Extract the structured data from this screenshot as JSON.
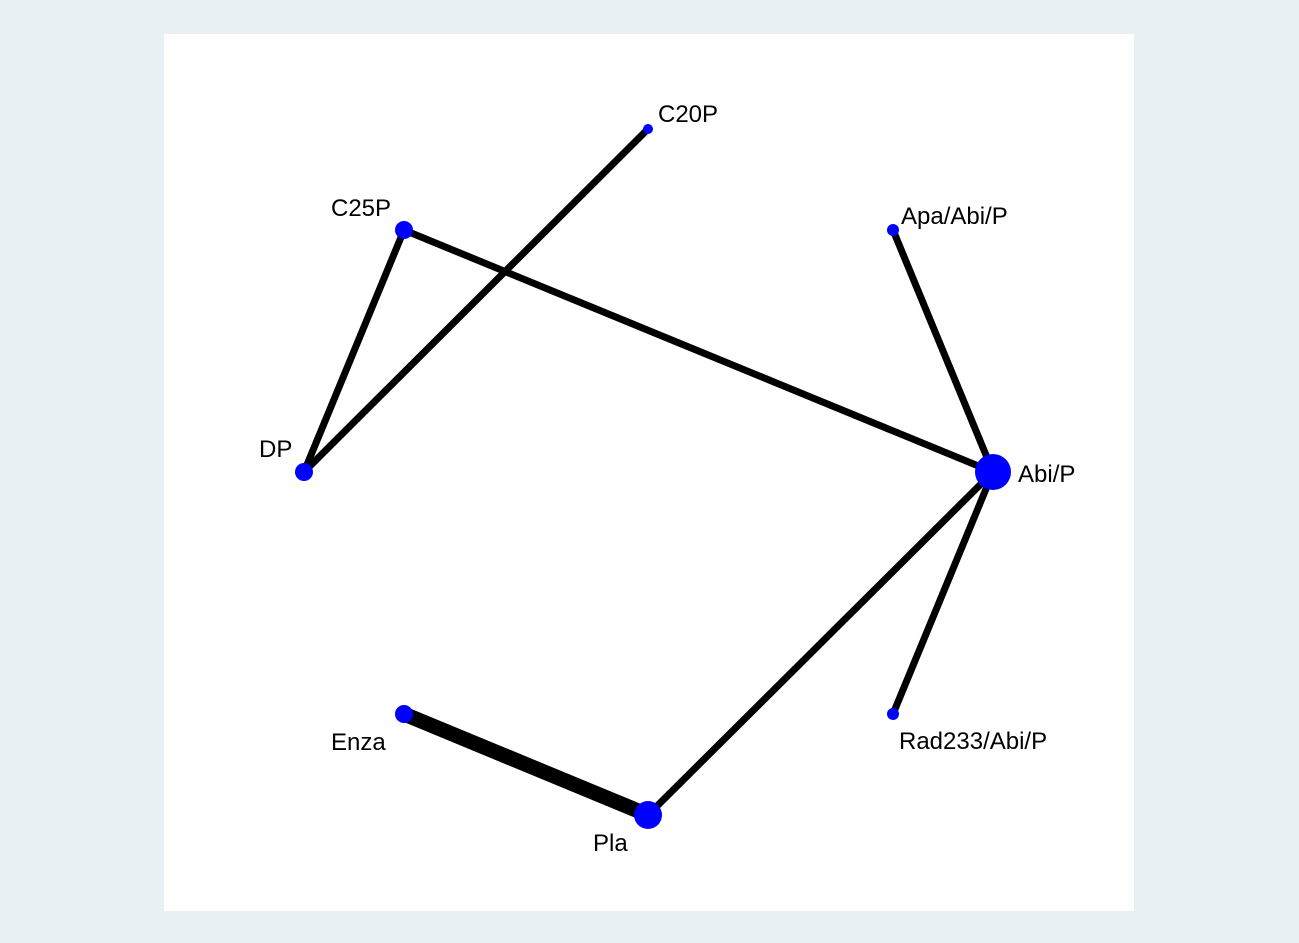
{
  "colors": {
    "background": "#e9f0f3",
    "panel": "#ffffff",
    "edge": "#000000",
    "node": "#0000ff",
    "label": "#000000"
  },
  "nodes": [
    {
      "id": "C20P",
      "label": "C20P"
    },
    {
      "id": "C25P",
      "label": "C25P"
    },
    {
      "id": "ApaAbiP",
      "label": "Apa/Abi/P"
    },
    {
      "id": "DP",
      "label": "DP"
    },
    {
      "id": "AbiP",
      "label": "Abi/P"
    },
    {
      "id": "Rad233AbiP",
      "label": "Rad233/Abi/P"
    },
    {
      "id": "Enza",
      "label": "Enza"
    },
    {
      "id": "Pla",
      "label": "Pla"
    }
  ],
  "edges": [
    {
      "source": "C20P",
      "target": "DP"
    },
    {
      "source": "C25P",
      "target": "DP"
    },
    {
      "source": "C25P",
      "target": "AbiP"
    },
    {
      "source": "ApaAbiP",
      "target": "AbiP"
    },
    {
      "source": "AbiP",
      "target": "Rad233AbiP"
    },
    {
      "source": "AbiP",
      "target": "Pla"
    },
    {
      "source": "Enza",
      "target": "Pla"
    }
  ]
}
